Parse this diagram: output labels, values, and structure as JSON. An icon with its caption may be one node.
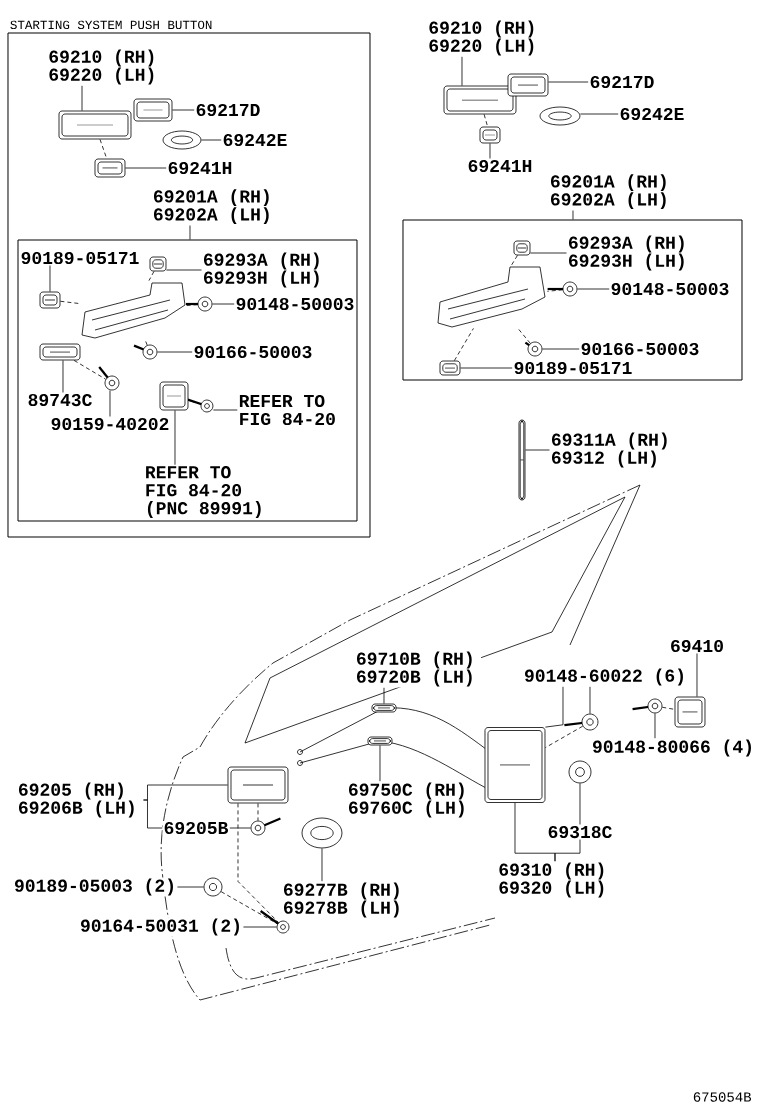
{
  "diagram": {
    "nodes": [
      {
        "text": [
          "STARTING SYSTEM PUSH BUTTON"
        ]
      },
      {
        "text": [
          "69210 (RH) 69220 (LH)"
        ],
        "in": 0
      },
      {
        "text": [],
        "shape": "picture",
        "in": 0
      },
      {
        "text": [
          "69217D"
        ],
        "in": 0
      },
      {
        "text": [],
        "shape": "picture",
        "in": 0
      },
      {
        "text": [
          "69242E"
        ],
        "in": 0
      },
      {
        "text": [],
        "shape": "picture",
        "in": 0
      },
      {
        "text": [
          "69241H"
        ],
        "in": 0
      },
      {
        "text": [],
        "shape": "picture",
        "in": 0
      },
      {
        "text": [
          "69201A (RH) 69202A (LH)"
        ],
        "in": 0
      },
      {
        "text": [
          "90189-05171"
        ],
        "in": 9
      },
      {
        "text": [],
        "shape": "picture",
        "in": 9
      },
      {
        "text": [
          "69293A (RH) 69293H (LH)"
        ],
        "in": 9
      },
      {
        "text": [],
        "shape": "picture",
        "in": 9
      },
      {
        "text": [
          "90148-50003"
        ],
        "in": 9
      },
      {
        "text": [],
        "shape": "picture",
        "in": 9
      },
      {
        "text": [
          "90166-50003"
        ],
        "in": 9
      },
      {
        "text": [],
        "shape": "picture",
        "in": 9
      },
      {
        "text": [
          "89743C"
        ],
        "in": 9
      },
      {
        "text": [],
        "shape": "picture",
        "in": 9
      },
      {
        "text": [
          "90159-40202"
        ],
        "in": 9
      },
      {
        "text": [],
        "shape": "picture",
        "in": 9
      },
      {
        "text": [
          "REFER TO FIG 84-20"
        ],
        "in": 9
      },
      {
        "text": [],
        "shape": "picture",
        "in": 9
      },
      {
        "text": [
          "REFER TO FIG 84-20 (PNC 89991)"
        ],
        "in": 9
      },
      {
        "text": [],
        "shape": "picture",
        "in": 9
      },
      {
        "text": [
          "69210 (RH) 69220 (LH)"
        ]
      },
      {
        "text": [],
        "shape": "picture"
      },
      {
        "text": [
          "69217D"
        ]
      },
      {
        "text": [],
        "shape": "picture"
      },
      {
        "text": [
          "69242E"
        ]
      },
      {
        "text": [],
        "shape": "picture"
      },
      {
        "text": [
          "69241H"
        ]
      },
      {
        "text": [],
        "shape": "picture"
      },
      {
        "text": [
          "69201A (RH) 69202A (LH)"
        ]
      },
      {
        "text": [
          "69293A (RH) 69293H (LH)"
        ],
        "in": 34
      },
      {
        "text": [],
        "shape": "picture",
        "in": 34
      },
      {
        "text": [
          "90148-50003"
        ],
        "in": 34
      },
      {
        "text": [],
        "shape": "picture",
        "in": 34
      },
      {
        "text": [
          "90166-50003"
        ],
        "in": 34
      },
      {
        "text": [],
        "shape": "picture",
        "in": 34
      },
      {
        "text": [
          "90189-05171"
        ],
        "in": 34
      },
      {
        "text": [],
        "shape": "picture",
        "in": 34
      },
      {
        "text": [
          "69311A (RH) 69312 (LH)"
        ]
      },
      {
        "text": [],
        "shape": "picture"
      },
      {
        "text": [
          "69710B (RH) 69720B (LH)"
        ]
      },
      {
        "text": [],
        "shape": "picture"
      },
      {
        "text": [
          "69205 (RH) 69206B (LH)"
        ]
      },
      {
        "text": [],
        "shape": "picture"
      },
      {
        "text": [
          "69205B"
        ]
      },
      {
        "text": [],
        "shape": "picture"
      },
      {
        "text": [
          "69750C (RH) 69760C (LH)"
        ]
      },
      {
        "text": [],
        "shape": "picture"
      },
      {
        "text": [
          "69277B (RH) 69278B (LH)"
        ]
      },
      {
        "text": [],
        "shape": "picture"
      },
      {
        "text": [
          "90189-05003 (2)"
        ]
      },
      {
        "text": [],
        "shape": "picture"
      },
      {
        "text": [
          "90164-50031 (2)"
        ]
      },
      {
        "text": [],
        "shape": "picture"
      },
      {
        "text": [
          "69410"
        ]
      },
      {
        "text": [],
        "shape": "picture"
      },
      {
        "text": [
          "90148-60022 (6)"
        ]
      },
      {
        "text": [],
        "shape": "picture"
      },
      {
        "text": [
          "90148-80066 (4)"
        ]
      },
      {
        "text": [],
        "shape": "picture"
      },
      {
        "text": [
          "69318C"
        ]
      },
      {
        "text": [],
        "shape": "picture"
      },
      {
        "text": [
          "69310 (RH) 69320 (LH)"
        ]
      },
      {
        "text": [],
        "shape": "picture"
      },
      {
        "text": [],
        "shape": "picture",
        "in": 9
      },
      {
        "text": [],
        "shape": "picture",
        "in": 34
      }
    ],
    "edges": [
      {
        "from": 1,
        "to": 2,
        "arrow": "none"
      },
      {
        "from": 3,
        "to": 4,
        "arrow": "none"
      },
      {
        "from": 5,
        "to": 6,
        "arrow": "none"
      },
      {
        "from": 7,
        "to": 8,
        "arrow": "none"
      },
      {
        "from": 10,
        "to": 11,
        "arrow": "none"
      },
      {
        "from": 12,
        "to": 13,
        "arrow": "none"
      },
      {
        "from": 14,
        "to": 15,
        "arrow": "none"
      },
      {
        "from": 16,
        "to": 17,
        "arrow": "none"
      },
      {
        "from": 18,
        "to": 19,
        "arrow": "none"
      },
      {
        "from": 20,
        "to": 21,
        "arrow": "none"
      },
      {
        "from": 22,
        "to": 23,
        "arrow": "none"
      },
      {
        "from": 24,
        "to": 25,
        "arrow": "none"
      },
      {
        "from": 26,
        "to": 27,
        "arrow": "none"
      },
      {
        "from": 28,
        "to": 29,
        "arrow": "none"
      },
      {
        "from": 30,
        "to": 31,
        "arrow": "none"
      },
      {
        "from": 32,
        "to": 33,
        "arrow": "none"
      },
      {
        "from": 35,
        "to": 36,
        "arrow": "none"
      },
      {
        "from": 37,
        "to": 38,
        "arrow": "none"
      },
      {
        "from": 39,
        "to": 40,
        "arrow": "none"
      },
      {
        "from": 41,
        "to": 42,
        "arrow": "none"
      },
      {
        "from": 43,
        "to": 44,
        "arrow": "none"
      },
      {
        "from": 45,
        "to": 46,
        "arrow": "none"
      },
      {
        "from": 47,
        "to": 48,
        "arrow": "none"
      },
      {
        "from": 47,
        "to": 49,
        "arrow": "none"
      },
      {
        "from": 49,
        "to": 50,
        "arrow": "none"
      },
      {
        "from": 51,
        "to": 52,
        "arrow": "none"
      },
      {
        "from": 53,
        "to": 54,
        "arrow": "none"
      },
      {
        "from": 55,
        "to": 56,
        "arrow": "none"
      },
      {
        "from": 57,
        "to": 58,
        "arrow": "none"
      },
      {
        "from": 59,
        "to": 60,
        "arrow": "none"
      },
      {
        "from": 61,
        "to": 62,
        "arrow": "none"
      },
      {
        "from": 61,
        "to": 68,
        "arrow": "none"
      },
      {
        "from": 63,
        "to": 64,
        "arrow": "none"
      },
      {
        "from": 65,
        "to": 66,
        "arrow": "none"
      },
      {
        "from": 67,
        "to": 68,
        "arrow": "none"
      },
      {
        "from": 67,
        "to": 65,
        "arrow": "none"
      },
      {
        "from": 2,
        "to": 8,
        "arrow": "none",
        "style": "dashed"
      },
      {
        "from": 27,
        "to": 33,
        "arrow": "none",
        "style": "dashed"
      },
      {
        "from": 19,
        "to": 21,
        "arrow": "none",
        "style": "dashed"
      },
      {
        "from": 23,
        "to": 25,
        "arrow": "none",
        "style": "dashed"
      },
      {
        "from": 48,
        "to": 50,
        "arrow": "none",
        "style": "dashed"
      },
      {
        "from": 48,
        "to": 58,
        "arrow": "none",
        "style": "dashed"
      },
      {
        "from": 56,
        "to": 58,
        "arrow": "none",
        "style": "dashed"
      },
      {
        "from": 62,
        "to": 68,
        "arrow": "none",
        "style": "dashed"
      },
      {
        "from": 64,
        "to": 60,
        "arrow": "none",
        "style": "dashed"
      },
      {
        "from": 11,
        "to": 69,
        "arrow": "none",
        "style": "dashed"
      },
      {
        "from": 13,
        "to": 69,
        "arrow": "none",
        "style": "dashed"
      },
      {
        "from": 15,
        "to": 69,
        "arrow": "none",
        "style": "dashed"
      },
      {
        "from": 17,
        "to": 69,
        "arrow": "none",
        "style": "dashed"
      },
      {
        "from": 36,
        "to": 70,
        "arrow": "none",
        "style": "dashed"
      },
      {
        "from": 38,
        "to": 70,
        "arrow": "none",
        "style": "dashed"
      },
      {
        "from": 40,
        "to": 70,
        "arrow": "none",
        "style": "dashed"
      },
      {
        "from": 42,
        "to": 70,
        "arrow": "none",
        "style": "dashed"
      }
    ],
    "labels": [
      "675054B"
    ]
  }
}
